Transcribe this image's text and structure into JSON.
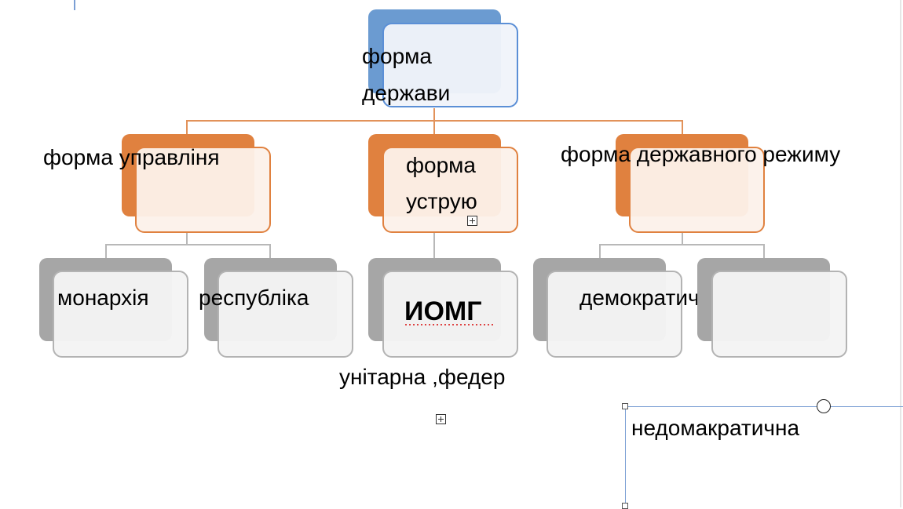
{
  "diagram": {
    "root": {
      "label_line1": "форма",
      "label_line2": "держави"
    },
    "level1": [
      {
        "id": "governance",
        "label": "форма управліня"
      },
      {
        "id": "structure",
        "label_line1": "форма",
        "label_line2": "уструю"
      },
      {
        "id": "regime",
        "label": "форма державного режиму"
      }
    ],
    "level2": [
      {
        "id": "monarchy",
        "label": "монархія"
      },
      {
        "id": "republic",
        "label": "республіка"
      },
      {
        "id": "iomg",
        "label": "ИОМГ"
      },
      {
        "id": "democratic",
        "label": "демократична"
      },
      {
        "id": "empty",
        "label": ""
      }
    ],
    "floating_text": "унітарна ,федер",
    "textbox_text": "недомакратична"
  },
  "colors": {
    "blue": "#6b9bd1",
    "blue_border": "#5b8fd6",
    "orange": "#e0813f",
    "gray": "#a6a6a6",
    "gray_border": "#b3b3b3",
    "orange_line": "#e2925a",
    "gray_line": "#b8b8b8"
  },
  "icons": [
    "expand-plus-icon",
    "rotate-handle-icon",
    "resize-handle-icon"
  ]
}
